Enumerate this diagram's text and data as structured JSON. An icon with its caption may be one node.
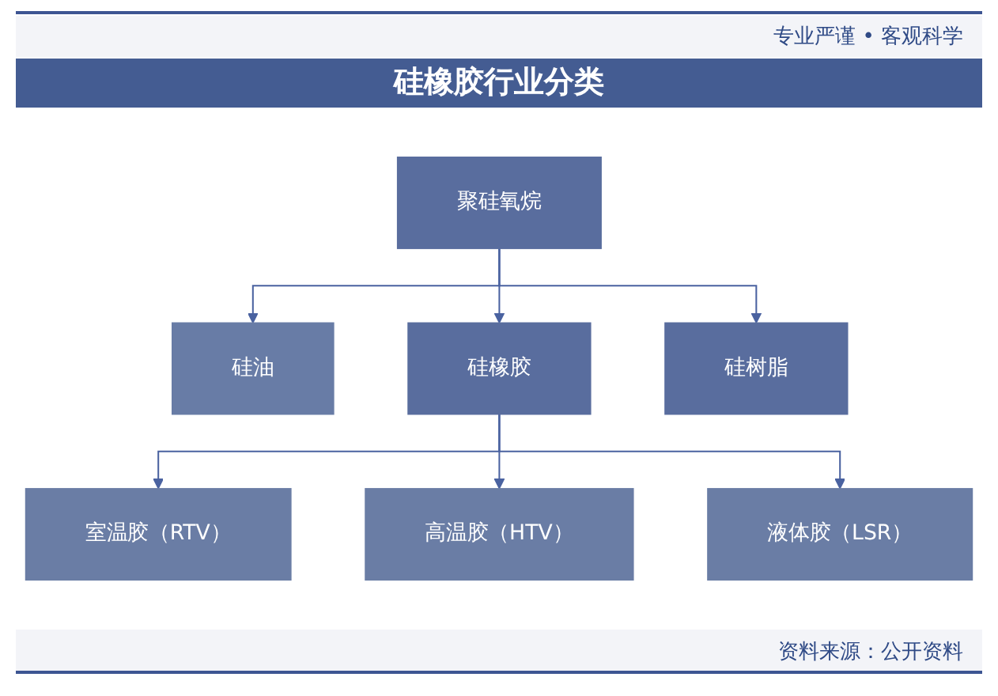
{
  "diagram": {
    "title": "硅橡胶行业分类",
    "nodes": [
      {
        "text": [
          "聚硅氧烷"
        ]
      },
      {
        "text": [
          "硅油"
        ]
      },
      {
        "text": [
          "硅橡胶"
        ]
      },
      {
        "text": [
          "硅树脂"
        ]
      },
      {
        "text": [
          "室温胶（RTV）"
        ]
      },
      {
        "text": [
          "高温胶（HTV）"
        ]
      },
      {
        "text": [
          "液体胶（LSR）"
        ]
      }
    ],
    "edges": [
      {
        "from": 0,
        "to": 1,
        "arrow": "to"
      },
      {
        "from": 0,
        "to": 2,
        "arrow": "to"
      },
      {
        "from": 0,
        "to": 3,
        "arrow": "to"
      },
      {
        "from": 2,
        "to": 4,
        "arrow": "to"
      },
      {
        "from": 2,
        "to": 5,
        "arrow": "to"
      },
      {
        "from": 2,
        "to": 6,
        "arrow": "to"
      }
    ],
    "labels": [
      "专业严谨 • 客观科学",
      "资料来源：公开资料"
    ]
  }
}
